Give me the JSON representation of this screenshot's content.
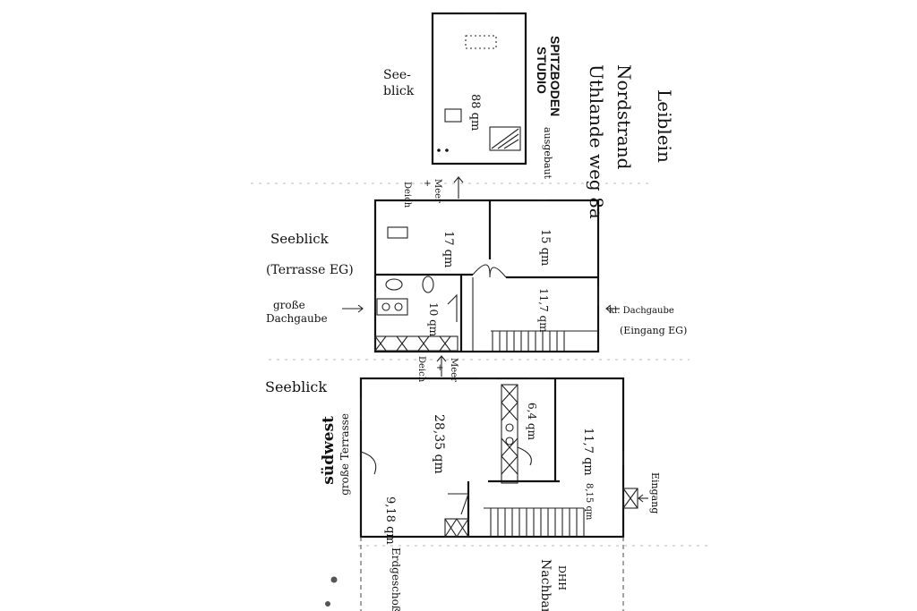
{
  "attic": {
    "room_area": "88 qm",
    "title_line1": "SPITZBODEN",
    "title_line2": "STUDIO",
    "note": "ausgebaut",
    "view_line1": "See-",
    "view_line2": "blick"
  },
  "address": {
    "line1": "Uthlande weg 8a",
    "line2": "Nordstrand",
    "line3": "Leiblein"
  },
  "upper_floor": {
    "room_a_area": "17 qm",
    "room_b_area": "15 qm",
    "room_c_area": "10 qm",
    "room_d_area": "11,7 qm",
    "top_marker_line1": "Deich",
    "top_marker_line2": "+",
    "top_marker_line3": "Meer",
    "view_label": "Seeblick",
    "terrace_label": "(Terrasse EG)",
    "dormer_large_line1": "große",
    "dormer_large_line2": "Dachgaube",
    "dormer_small": "kl. Dachgaube",
    "entrance_label": "(Eingang EG)"
  },
  "ground_floor": {
    "top_marker_line1": "Deich",
    "top_marker_line2": "+",
    "top_marker_line3": "Meer",
    "view_label": "Seeblick",
    "living_area": "28,35 qm",
    "kitchen_area": "6,4 qm",
    "room_right_area": "11,7 qm",
    "small_room_area": "9,18 qm",
    "hall_area": "8,15 qm",
    "terrace_line1": "südwest",
    "terrace_line2": "große Terrasse",
    "entrance": "Eingang",
    "neighbor_line1": "Nachbar",
    "neighbor_line2": "DHH",
    "below_label": "Erdgeschoß"
  }
}
